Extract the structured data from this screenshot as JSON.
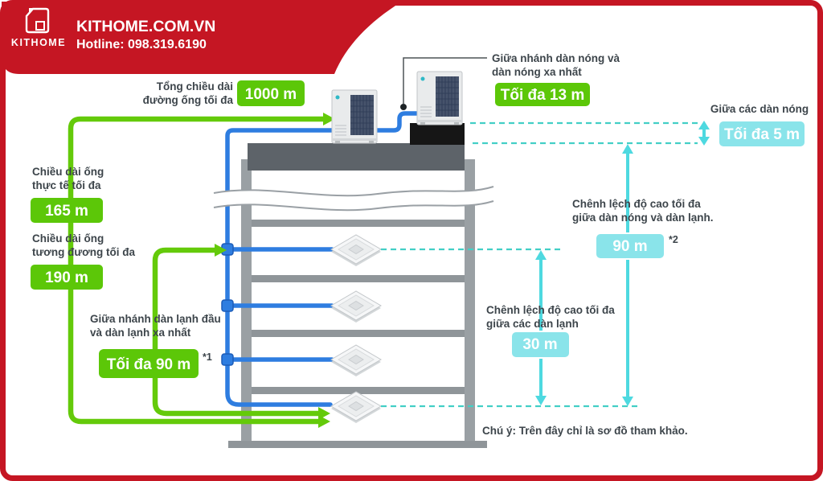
{
  "header": {
    "brand": "KITHOME",
    "site": "KITHOME.COM.VN",
    "hotline": "Hotline: 098.319.6190"
  },
  "callouts": {
    "total_pipe": {
      "line1": "Tổng chiều dài",
      "line2": "đường ống tối đa",
      "value": "1000 m"
    },
    "actual_length": {
      "line1": "Chiều dài ống",
      "line2": "thực tế tối đa",
      "value": "165 m"
    },
    "equivalent_length": {
      "line1": "Chiều dài ống",
      "line2": "tương đương tối đa",
      "value": "190 m"
    },
    "first_branch_to_farthest_indoor": {
      "line1": "Giữa nhánh dàn lạnh đầu",
      "line2": "và dàn lạnh xa nhất",
      "value": "Tối đa 90 m",
      "footnote": "*1"
    },
    "outdoor_branch_to_farthest_outdoor": {
      "line1": "Giữa nhánh dàn nóng và",
      "line2": "dàn nóng xa nhất",
      "value": "Tối đa 13 m"
    },
    "between_outdoor_units": {
      "line1": "Giữa các dàn nóng",
      "value": "Tối đa 5 m"
    },
    "height_outdoor_indoor": {
      "line1": "Chênh lệch độ cao tối đa",
      "line2": "giữa dàn nóng và dàn lạnh.",
      "value": "90 m",
      "footnote": "*2"
    },
    "height_between_indoor": {
      "line1": "Chênh lệch độ cao tối đa",
      "line2": "giữa các dàn lạnh",
      "value": "30 m"
    }
  },
  "note": "Chú ý: Trên đây chỉ là sơ đồ tham khảo.",
  "colors": {
    "brand_red": "#c51623",
    "green": "#64ca0a",
    "green_box": "#5cc708",
    "blue_pipe": "#2e7de0",
    "cyan_arrow": "#4ed9e0",
    "cyan_box": "#8ae4ea",
    "teal_dashed": "#43cfc6",
    "text": "#3d454b"
  }
}
